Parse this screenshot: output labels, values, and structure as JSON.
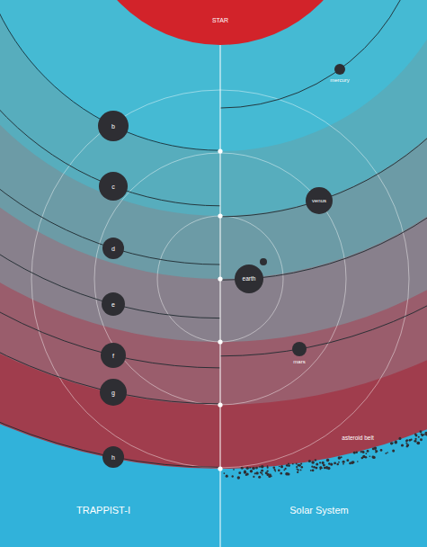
{
  "diagram": {
    "nodes": [
      {
        "text": [
          "STAR"
        ]
      },
      {
        "text": [
          "b"
        ]
      },
      {
        "text": [
          "c"
        ]
      },
      {
        "text": [
          "d"
        ]
      },
      {
        "text": [
          "e"
        ]
      },
      {
        "text": [
          "f"
        ]
      },
      {
        "text": [
          "g"
        ]
      },
      {
        "text": [
          "h"
        ]
      },
      {
        "text": [
          "mercury"
        ]
      },
      {
        "text": [
          "venus"
        ]
      },
      {
        "text": [
          "earth"
        ]
      },
      {
        "text": [
          "mars"
        ]
      }
    ],
    "labels": [
      "asteroid belt",
      "TRAPPIST-I",
      "Solar System"
    ]
  }
}
